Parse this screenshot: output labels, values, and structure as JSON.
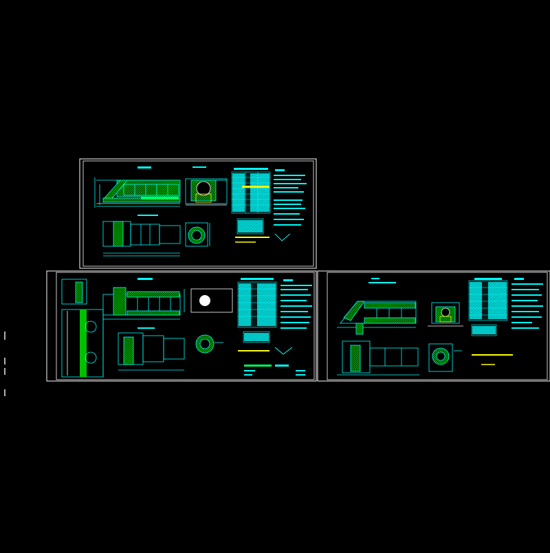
{
  "drawing": {
    "background": "#000000",
    "colors": {
      "frame": "#FFFFFF",
      "linework": "#00FFFF",
      "hatch": "#00C000",
      "highlight": "#FFFF00",
      "accent": "#FF3030",
      "grid": "#808080"
    },
    "sheets": [
      {
        "name": "sheet-top-left"
      },
      {
        "name": "sheet-bottom-left"
      },
      {
        "name": "sheet-bottom-right"
      }
    ]
  }
}
